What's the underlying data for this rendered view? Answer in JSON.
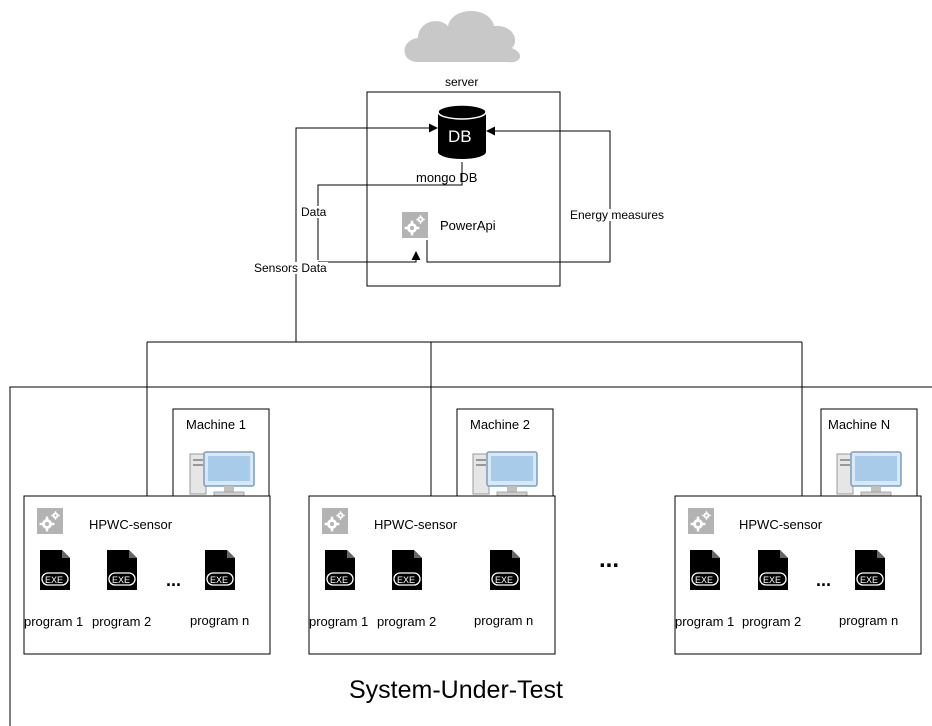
{
  "server": {
    "label": "server",
    "db_icon_text": "DB",
    "db_label": "mongo DB",
    "powerapi_label": "PowerApi"
  },
  "edges": {
    "data": "Data",
    "sensors_data": "Sensors Data",
    "energy_measures": "Energy measures"
  },
  "machines": [
    {
      "name": "Machine 1",
      "sensor_label": "HPWC-sensor",
      "exe_icon_text": "EXE",
      "program_1": "program 1",
      "program_2": "program 2",
      "ellipsis": "...",
      "program_n": "program n"
    },
    {
      "name": "Machine 2",
      "sensor_label": "HPWC-sensor",
      "exe_icon_text": "EXE",
      "program_1": "program 1",
      "program_2": "program 2",
      "program_n": "program n"
    },
    {
      "name": "Machine N",
      "sensor_label": "HPWC-sensor",
      "exe_icon_text": "EXE",
      "program_1": "program 1",
      "program_2": "program 2",
      "ellipsis": "...",
      "program_n": "program n"
    }
  ],
  "between_machines_ellipsis": "...",
  "system_label": "System-Under-Test",
  "colors": {
    "line": "#000000",
    "cloud": "#c8c8c8",
    "gear_box": "#b3b3b3",
    "monitor": "#8fb8de",
    "db": "#000000"
  },
  "icons": {
    "cloud": "cloud-icon",
    "database": "database-icon",
    "gear": "gear-icon",
    "computer": "computer-icon",
    "exe": "exe-file-icon"
  }
}
